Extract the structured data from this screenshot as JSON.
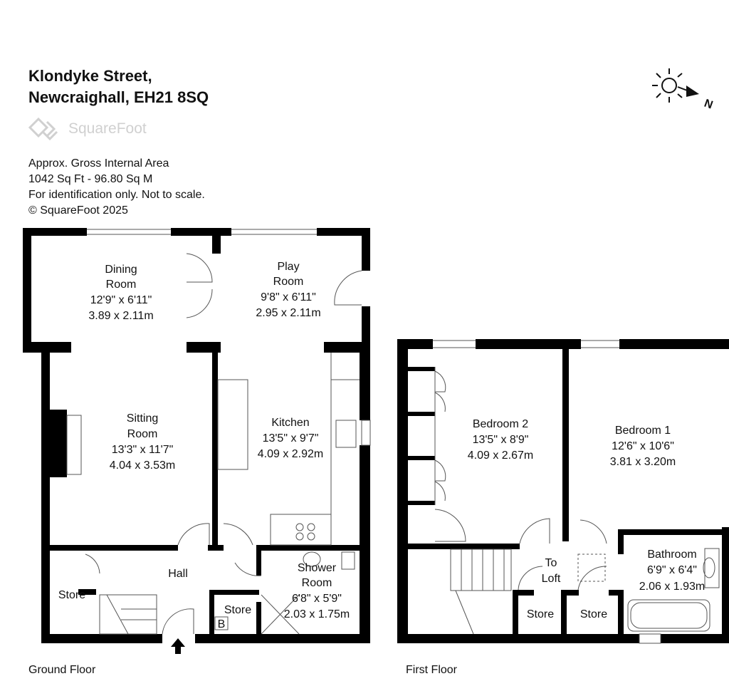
{
  "header": {
    "address_line1": "Klondyke Street,",
    "address_line2": "Newcraighall, EH21 8SQ",
    "logo_text": "SquareFoot",
    "area_title": "Approx. Gross Internal Area",
    "area_value": "1042 Sq Ft  -  96.80 Sq M",
    "disclaimer": "For identification only. Not to scale.",
    "copyright": "© SquareFoot 2025"
  },
  "compass": {
    "label": "N",
    "icon": "sun-compass-icon"
  },
  "floors": [
    {
      "label": "Ground Floor"
    },
    {
      "label": "First Floor"
    }
  ],
  "rooms": {
    "dining": [
      "Dining",
      "Room",
      "12'9\" x 6'11\"",
      "3.89 x 2.11m"
    ],
    "play": [
      "Play",
      "Room",
      "9'8\" x 6'11\"",
      "2.95 x 2.11m"
    ],
    "sitting": [
      "Sitting",
      "Room",
      "13'3\" x 11'7\"",
      "4.04 x 3.53m"
    ],
    "kitchen": [
      "Kitchen",
      "13'5\" x 9'7\"",
      "4.09 x 2.92m"
    ],
    "hall": [
      "Hall"
    ],
    "store_gf_left": [
      "Store"
    ],
    "store_gf_mid": [
      "Store"
    ],
    "boiler": [
      "B"
    ],
    "shower": [
      "Shower",
      "Room",
      "6'8\" x 5'9\"",
      "2.03 x 1.75m"
    ],
    "bed2": [
      "Bedroom 2",
      "13'5\" x 8'9\"",
      "4.09 x 2.67m"
    ],
    "bed1": [
      "Bedroom 1",
      "12'6\" x 10'6\"",
      "3.81 x 3.20m"
    ],
    "bathroom": [
      "Bathroom",
      "6'9\" x 6'4\"",
      "2.06 x 1.93m"
    ],
    "loft": [
      "To",
      "Loft"
    ],
    "store_ff_1": [
      "Store"
    ],
    "store_ff_2": [
      "Store"
    ]
  },
  "colors": {
    "wall": "#000000",
    "logo": "#d0d0d0"
  }
}
